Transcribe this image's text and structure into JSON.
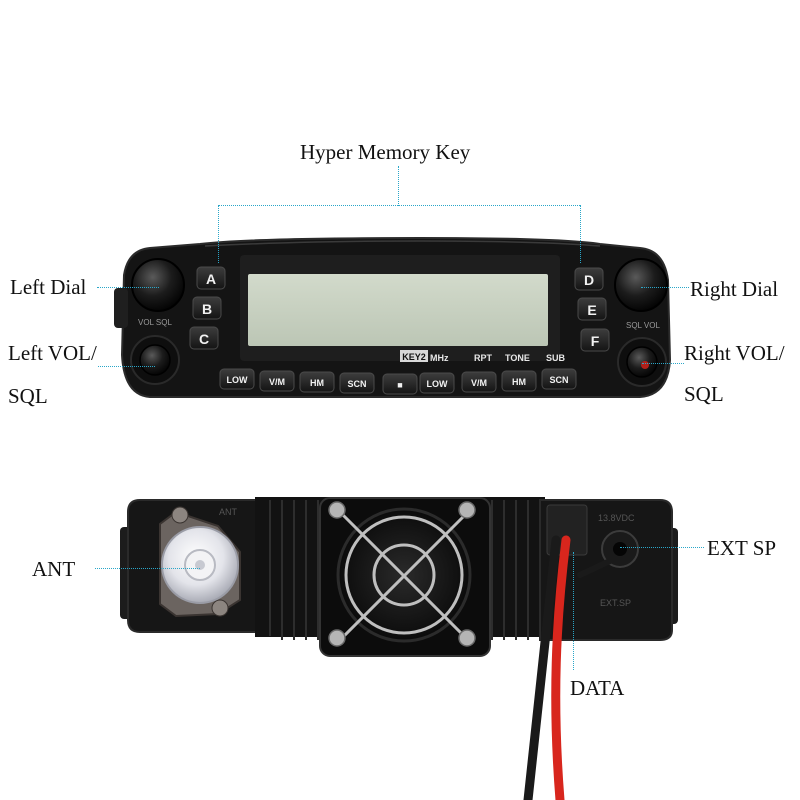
{
  "callouts": {
    "hyper_memory_key": "Hyper Memory Key",
    "left_dial": "Left Dial",
    "right_dial": "Right Dial",
    "left_vol_sql": [
      "Left VOL/",
      "SQL"
    ],
    "right_vol_sql": [
      "Right VOL/",
      "SQL"
    ],
    "ant": "ANT",
    "ext_sp": "EXT SP",
    "data": "DATA"
  },
  "front_panel": {
    "memory_keys_left": [
      "A",
      "B",
      "C"
    ],
    "memory_keys_right": [
      "D",
      "E",
      "F"
    ],
    "function_keys": [
      "LOW",
      "V/M",
      "HM",
      "SCN",
      "■",
      "LOW",
      "V/M",
      "HM",
      "SCN"
    ],
    "status_row": {
      "key": "KEY2",
      "mhz": "MHz",
      "rpt": "RPT",
      "tone": "TONE",
      "sub": "SUB"
    },
    "knob_legend_left": "VOL SQL",
    "knob_legend_right": "SQL VOL"
  },
  "rear_panel": {
    "ant_mark": "ANT",
    "dc_mark": "13.8VDC",
    "extsp_mark": "EXT.SP"
  },
  "colors": {
    "leader_line": "#2aa6c8",
    "panel_body": "#121212",
    "lcd": "#c9d2c2",
    "power_cable_red": "#d8261d",
    "power_cable_black": "#1a1a1a"
  }
}
